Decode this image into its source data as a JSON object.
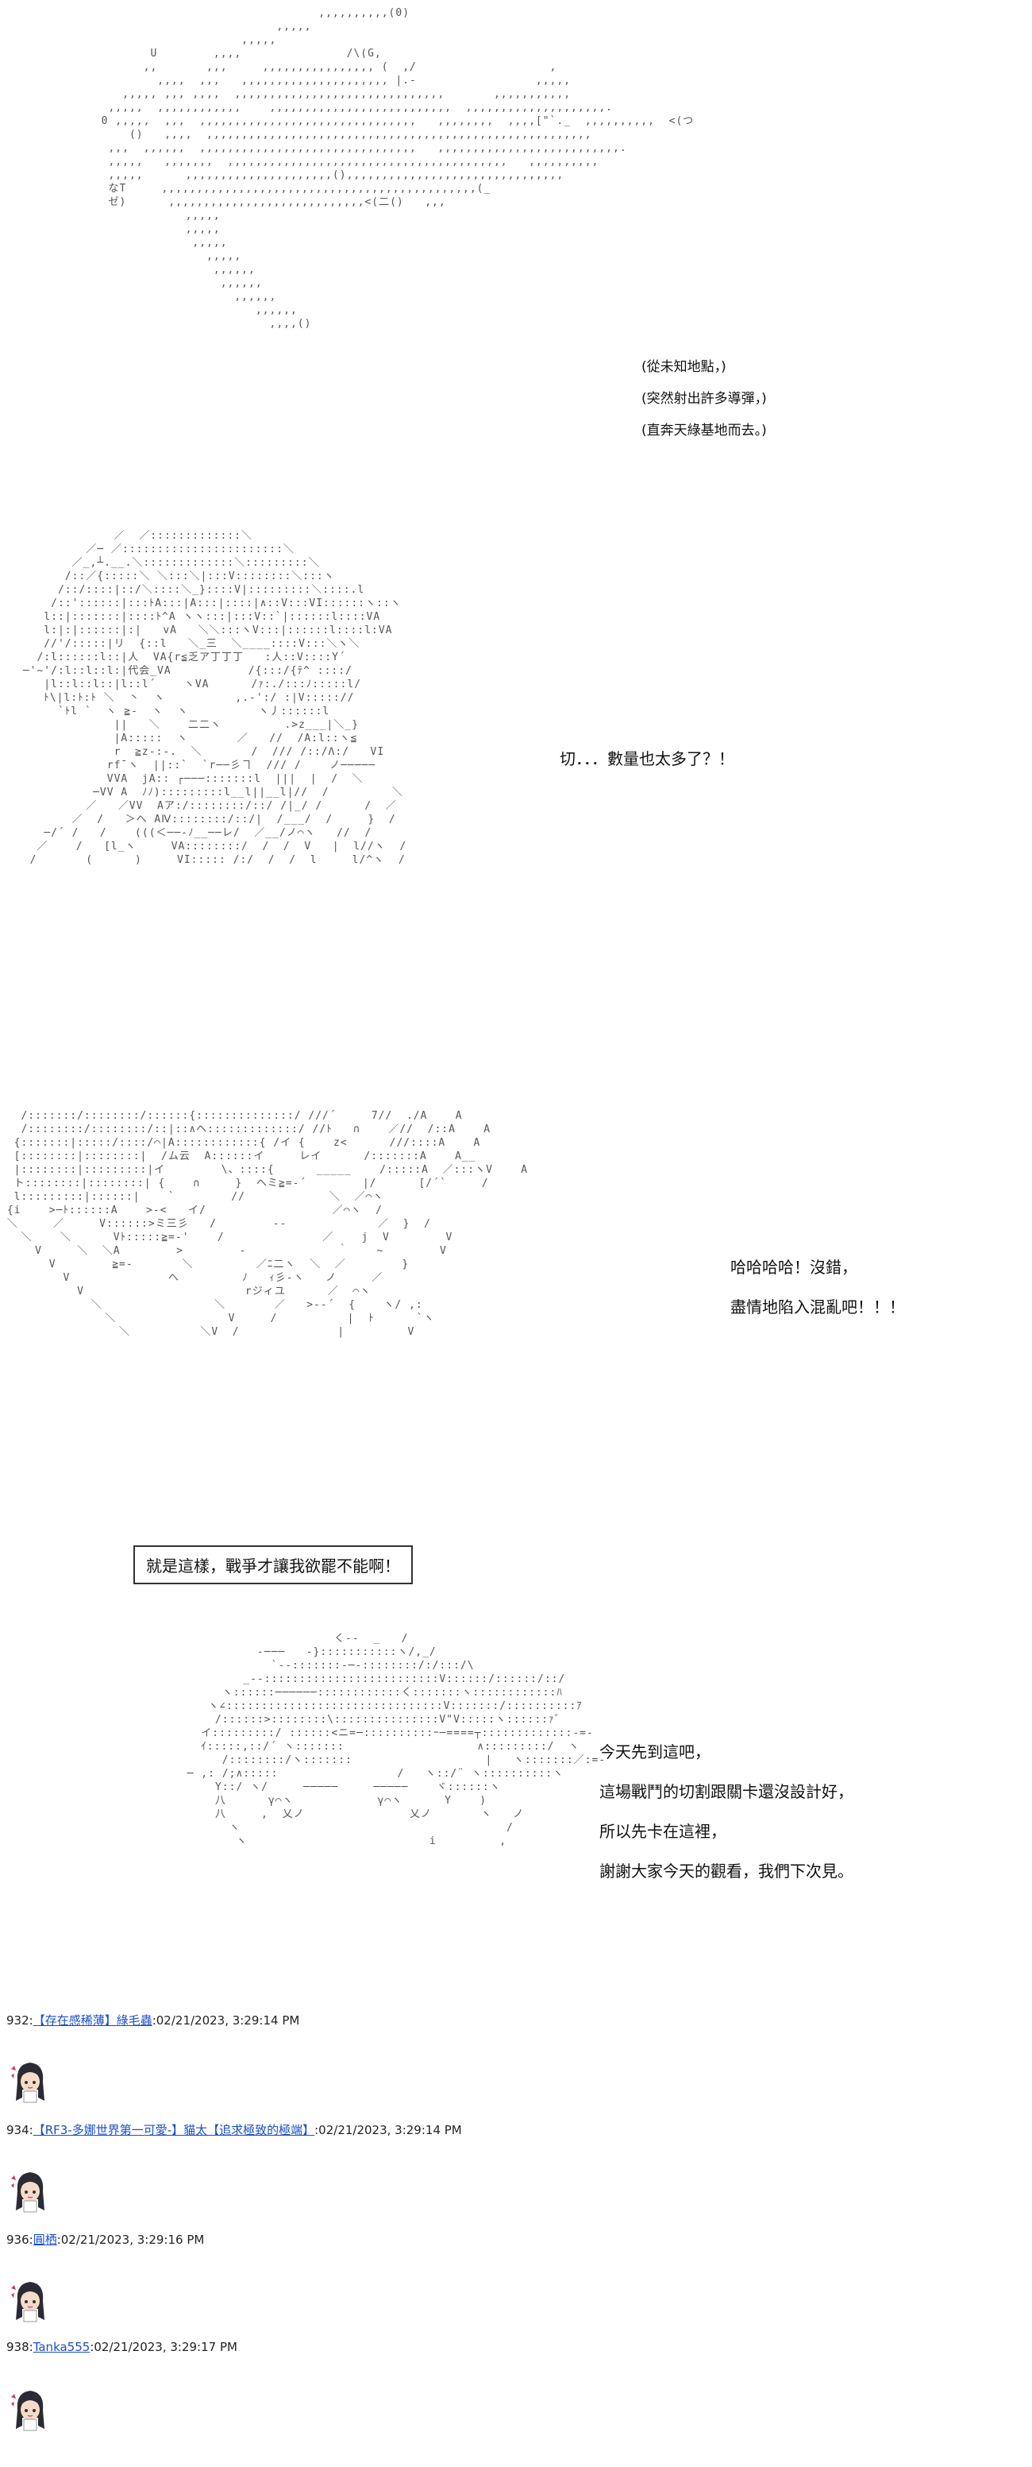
{
  "panel1": {
    "art_top": "                                 ,,,,,,,,,,(0)\n                           ,,,,,\n                      ,,,,,\n         U        ,,,,               /\\(G,\n        ,,       ,,,     ,,,,,,,,,,,,,,,, (  ,/                   ,\n          ,,,,  ,,,   ,,,,,,,,,,,,,,,,,,,,, |.-                 ,,,,,\n     ,,,,, ,,, ,,,,  ,,,,,,,,,,,,,,,,,,,,,,,,,,,,,,       ,,,,,,,,,,,\n   ,,,,,  ,,,,,,,,,,,,    ,,,,,,,,,,,,,,,,,,,,,,,,,,  ,,,,,,,,,,,,,,,,,,,,.\n  0 ,,,,,  ,,,  ,,,,,,,,,,,,,,,,,,,,,,,,,,,,,,,   ,,,,,,,,  ,,,,[\"`._  ,,,,,,,,,,  <(つ\n      ()   ,,,,  ,,,,,,,,,,,,,,,,,,,,,,,,,,,,,,,,,,,,,,,,,,,,,,,,,,,,,,,\n   ,,,  ,,,,,,  ,,,,,,,,,,,,,,,,,,,,,,,,,,,,,,,   ,,,,,,,,,,,,,,,,,,,,,,,,,,.\n   ,,,,,   ,,,,,,,  ,,,,,,,,,,,,,,,,,,,,,,,,,,,,,,,,,,,,,,,,   ,,,,,,,,,,\n   ,,,,,      ,,,,,,,,,,,,,,,,,,,,,(),,,,,,,,,,,,,,,,,,,,,,,,,,,,,,,\n   なT     ,,,,,,,,,,,,,,,,,,,,,,,,,,,,,,,,,,,,,,,,,,,,,(_\n   ゼ)      ,,,,,,,,,,,,,,,,,,,,,,,,,,,,<(二()   ,,,\n              ,,,,,\n              ,,,,,\n               ,,,,,\n                 ,,,,,\n                  ,,,,,,\n                   ,,,,,,\n                     ,,,,,,\n                        ,,,,,,\n                          ,,,,()",
    "lines": [
      "(從未知地點，)",
      "(突然射出許多導彈，)",
      "(直奔天綠基地而去。)"
    ]
  },
  "panel2": {
    "art": "              ／  ／:::::::::::::＼\n          ／─ ／:::::::::::::::::::::::＼\n        ／_,┴.__.＼:::::::::::::＼:::::::::＼\n       /::／{:::::＼ ＼:::＼|:::V::::::::＼:::ヽ\n      /::/::::|::/＼::::＼_}::::V|:::::::::＼::::.l\n     /::'::::::|:::ﾄA:::|A:::|::::|∧::V:::VI::::::ヽ::ヽ\n    l::|:::::::|::::ﾄ^A ヽヽ:::|:::V::`|::::::l::::VA\n    l:|:|::::::|:|   vA   ＼＼:::ヽV:::|::::::l::::l:VA\n    //'/:::::|リ  {::l   ＼_三  ＼____::::V:::＼ヽ＼\n   /:l::::::l::|人  VA{r≦乏ア丁丁丁   :人::V::::Y´\n ─'~'/:l::l::l:|代会_VA           /{:::/{ﾃ^ ::::/\n    |l::l::l::|l::l´    ヽVA      /ｧ:./:::ﾉ:::::l/\n    ﾄ\\|l:ﾄ:ﾄ ＼  丶  ヽ          ,.-':/ :|V::::://\n      `ﾄl `  ヽ ≧-  ヽ  ヽ          ヽ丿::::::l\n              ||   ＼    二二ヽ         .>z___|＼_}\n              |A:::::  ヽ       ／   //  /A:l::ヽ≦\n              r  ≧z-:-.  ＼       /  /// /::/Λ:/   VI\n             rf¯ヽ  ||::`  `r──彡ヿ  /// /    ノ─────\n             VVA  jA:: ┌───:::::::l  |||  |  /  ＼\n           ─VV A  ﾉﾉ):::::::::l__l||__l|//  /         ＼\n          ／   ／VV  Aア:/::::::::/::/ /|_/ /      /  ／\n        ／  /   ＞へ AⅣ::::::::/::/|  /___/  /     }  /\n    ─/´ /   /    (((＜──-ﾉ__──レ/  ／__/ノ⌒ヽ   //  /\n   ／    /   [l_ヽ     VA::::::::/  /  /  V   |  l//ヽ  /\n  /       (      )     VI::::: /:/  /  /  l     l/^ヽ  /",
    "line": "切．．．數量也太多了？！"
  },
  "panel3": {
    "art": "   /:::::::/::::::::/::::::{::::::::::::::/ ///´     7//  ./A    A\n   /::::::::/::::::::/::|::∧ヘ:::::::::::::/ //ﾄ   ∩    ／//  /::A    A\n  {:::::::|:::::/::::/⌒|A::::::::::::{ /イ {    z<      ///::::A    A\n  [::::::::|::::::::|  /ム云  A::::::イ     レイ      /:::::::A    A__\n  |::::::::|:::::::::|イ        \\、::::{      _____    /:::::A  ／:::ヽV    A\n  ト::::::::|::::::::| {    ∩     }  ヘミ≧=‐´        |/      [/´`     /\n  l:::::::::|::::::|    `        //            ＼  ／⌒ヽ\n {i    >─ﾄ::::::A    >-<   イ/                  ／⌒ヽ  /\n ＼     ／     V::::::>ミ三彡   /        ‐-             ／  }  /\n   ＼    ＼      Vﾄ:::::≧=‐'    /              ／    j  V        V\n     V     ＼  ＼A        >        ‐             ｀    ~        V\n       V        ≧=‐       ＼         ／ﾆ二ヽ  ＼  ／        }\n         V              へ         ﾉ   ｨ彡‐ヽ   ノ     ／\n           V                       rジィユ      ／  ⌒ヽ\n             ＼                ＼       ／   >-‐´  {    ヽ/ ,:\n               ＼                V     /          |  ﾄ      `ヽ\n                 ＼          ＼V  /              |         V",
    "lines": [
      "哈哈哈哈！沒錯，",
      "盡情地陷入混亂吧！！！"
    ]
  },
  "boxed_line": "就是這樣，戰爭才讓我欲罷不能啊！",
  "panel4": {
    "art": "                       く‐-  _   /\n            ‐───   -}:::::::::::ヽ/,_/\n              `‐-:::::::-─-::::::::/:/:::/\\\n          _-‐:::::::::::::::::::::::::V::::::/::::::/::/\n       ヽ::::::──────::::::::::::く:::::::ヽ::::::::::::ﾊ\n     ヽ∠:::::::::::::::::::::::::::::::V:::::::/::::::::::ｱ\n      /::::::>::::::::\\:::::::::::::::V\"V:::::ヽ::::::ｧ゛\n    イ:::::::::/ ::::::<ニ=─::::::::::ｰ─====┬:::::::::::::‐=-\n    ｲ:::::,::/´ ヽ:::::::                   ∧:::::::::/  ヽ\n       /::::::::/ヽ:::::::                   |   ヽ:::::::／:=-\n  ─ ,: /;∧:::::                 /   ヽ::/¨ ヽ::::::::::ヽ\n      Y::/ ヽ/     ─────     ─────    ヾ::::::ヽ\n      八      γ⌒ヽ            γ⌒ヽ      Y    )\n      八     ,  乂ノ               乂ノ       ヽ   ノ\n        ヽ                                      /\n         ヽ                          i         ,",
    "lines": [
      "今天先到這吧，",
      "這場戰鬥的切割跟關卡還沒設計好，",
      "所以先卡在這裡，",
      "謝謝大家今天的觀看，我們下次見。"
    ]
  },
  "posts": [
    {
      "num": "932:",
      "name": "【存在感稀薄】綠毛蟲",
      "extra": "",
      "date": ":02/21/2023, 3:29:14 PM"
    },
    {
      "num": "934:",
      "name": "【RF3-多娜世界第一可愛-】",
      "extra": "貓太【追求極致的極端】",
      "date": ":02/21/2023, 3:29:14 PM"
    },
    {
      "num": "936:",
      "name": "圓栖",
      "extra": "",
      "date": ":02/21/2023, 3:29:16 PM"
    },
    {
      "num": "938:",
      "name": "Tanka555",
      "extra": "",
      "date": ":02/21/2023, 3:29:17 PM"
    }
  ],
  "avatar_alt": "chibi-girl-avatar",
  "colors": {
    "link": "#1a4fc4",
    "avatar_hair": "#2b2b35",
    "avatar_skin": "#f6dcc8",
    "avatar_accent": "#d23a6a"
  }
}
